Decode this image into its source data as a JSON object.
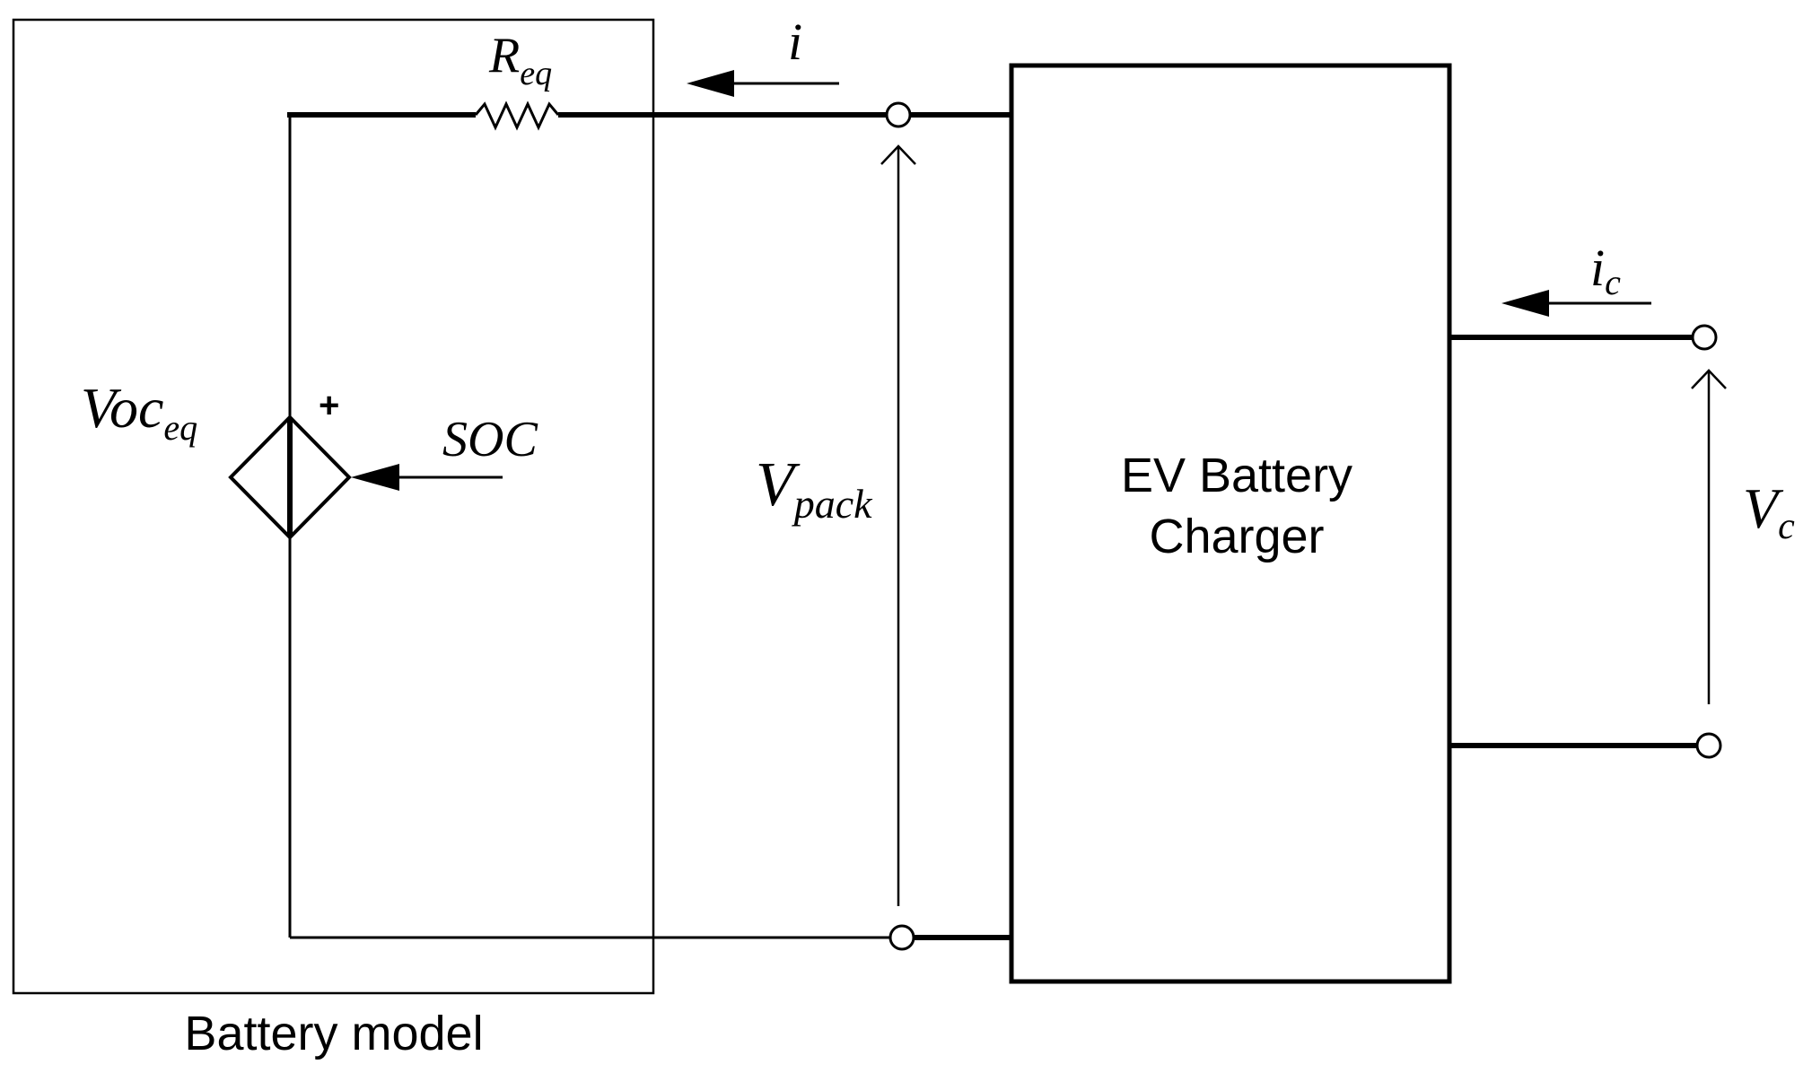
{
  "labels": {
    "battery_model": "Battery model",
    "charger_line1": "EV Battery",
    "charger_line2": "Charger",
    "req_main": "R",
    "req_sub": "eq",
    "current_i": "i",
    "voc_main": "Voc",
    "voc_sub": "eq",
    "plus_sign": "+",
    "soc": "SOC",
    "vpack_main": "V",
    "vpack_sub": "pack",
    "ic_main": "i",
    "ic_sub": "c",
    "vc_main": "V",
    "vc_sub": "c"
  },
  "colors": {
    "line": "#000000",
    "background": "#ffffff"
  }
}
